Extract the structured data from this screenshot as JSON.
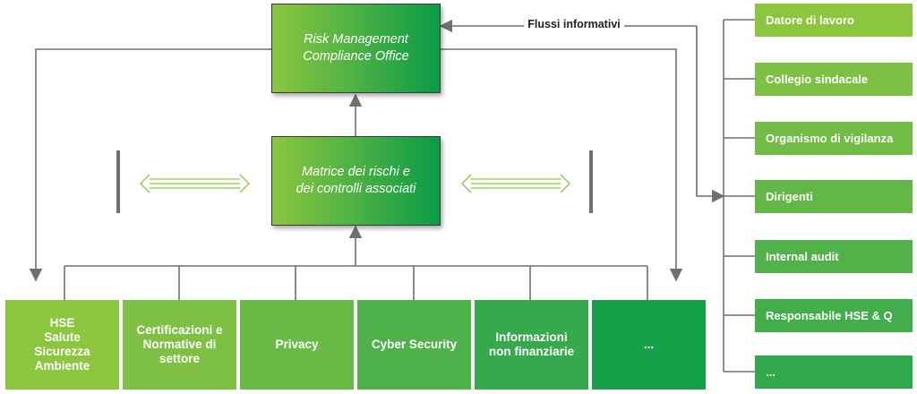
{
  "core": {
    "risk_office": "Risk Management\nCompliance Office",
    "matrix": "Matrice dei rischi e\ndei controlli associati"
  },
  "flow_label": "Flussi informativi",
  "bottom_boxes": [
    {
      "label": "HSE\nSalute\nSicurezza\nAmbiente",
      "color": "#8cc63f"
    },
    {
      "label": "Certificazioni e\nNormative di\nsettore",
      "color": "#7ec043"
    },
    {
      "label": "Privacy",
      "color": "#6aba46"
    },
    {
      "label": "Cyber Security",
      "color": "#4fb149"
    },
    {
      "label": "Informazioni\nnon finanziarie",
      "color": "#35a94b"
    },
    {
      "label": "...",
      "color": "#17a04a"
    }
  ],
  "right_boxes": [
    {
      "label": "Datore di lavoro",
      "color": "#8cc63f"
    },
    {
      "label": "Collegio sindacale",
      "color": "#7ec043"
    },
    {
      "label": "Organismo di vigilanza",
      "color": "#70bc45"
    },
    {
      "label": "Dirigenti",
      "color": "#62b747"
    },
    {
      "label": "Internal audit",
      "color": "#52b24a"
    },
    {
      "label": "Responsabile HSE & Q",
      "color": "#42ad4b"
    },
    {
      "label": "...",
      "color": "#30a84c"
    }
  ],
  "colors": {
    "connector": "#707070",
    "double_arrow": "#8cc63f",
    "gradient_start": "#8cc63f",
    "gradient_end": "#0b9b48"
  }
}
